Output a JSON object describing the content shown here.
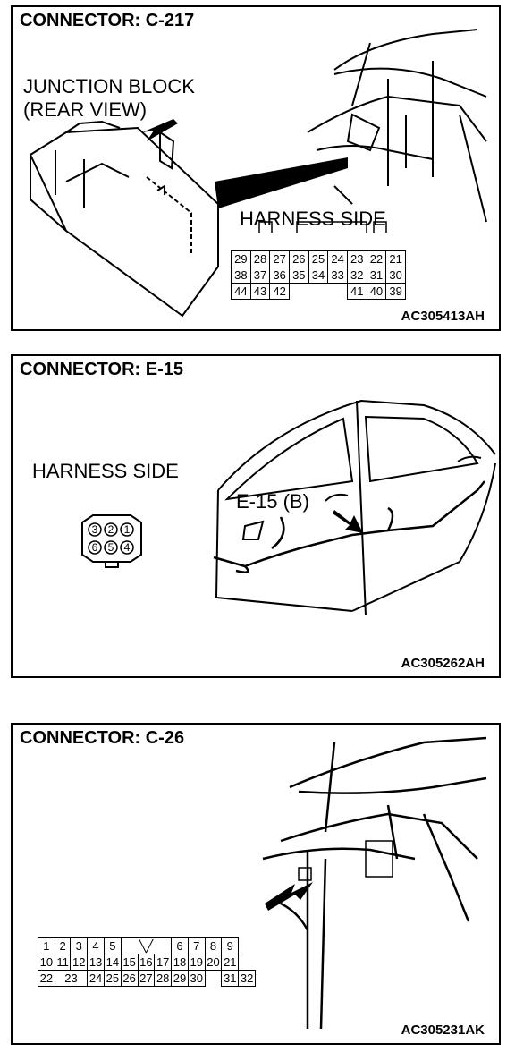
{
  "panels": [
    {
      "title": "CONNECTOR: C-217",
      "code": "AC305413AH",
      "junction_block_label_line1": "JUNCTION BLOCK",
      "junction_block_label_line2": "(REAR VIEW)",
      "harness_label": "HARNESS SIDE",
      "pins_row1": [
        "29",
        "28",
        "27",
        "26",
        "25",
        "24",
        "23",
        "22",
        "21"
      ],
      "pins_row2": [
        "38",
        "37",
        "36",
        "35",
        "34",
        "33",
        "32",
        "31",
        "30"
      ],
      "pins_row3": [
        "44",
        "43",
        "42",
        "",
        "",
        "",
        "41",
        "40",
        "39"
      ]
    },
    {
      "title": "CONNECTOR: E-15",
      "code": "AC305262AH",
      "harness_label": "HARNESS SIDE",
      "callout": "E-15 (B)",
      "pins_top": [
        "3",
        "2",
        "1"
      ],
      "pins_bottom": [
        "6",
        "5",
        "4"
      ]
    },
    {
      "title": "CONNECTOR: C-26",
      "code": "AC305231AK",
      "pins_row1": [
        "1",
        "2",
        "3",
        "4",
        "5",
        "",
        "",
        "",
        "6",
        "7",
        "8",
        "9"
      ],
      "pins_row2": [
        "10",
        "11",
        "12",
        "13",
        "14",
        "15",
        "16",
        "17",
        "18",
        "19",
        "20",
        "21"
      ],
      "pins_row3": [
        "22",
        "23",
        "",
        "24",
        "25",
        "26",
        "27",
        "28",
        "29",
        "30",
        "",
        "31",
        "32"
      ]
    }
  ]
}
